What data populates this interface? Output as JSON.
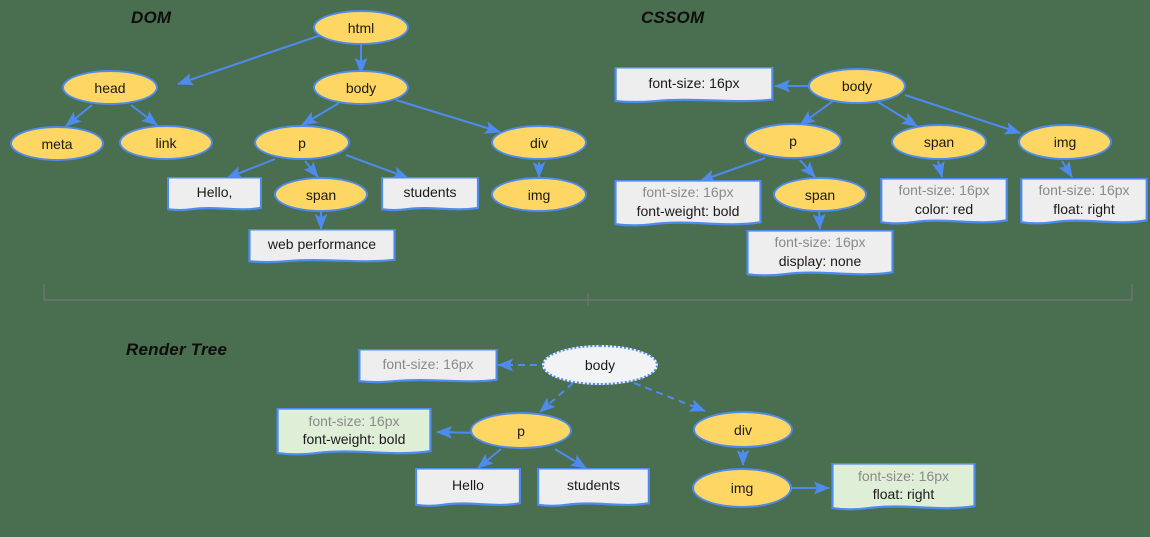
{
  "sections": {
    "dom": {
      "title": "DOM"
    },
    "cssom": {
      "title": "CSSOM"
    },
    "render": {
      "title": "Render Tree"
    }
  },
  "colors": {
    "background": "#4a6e50",
    "node_fill": "#FDD663",
    "node_stroke": "#4d8bf0",
    "box_fill": "#eeeeee",
    "box_fill_green": "#dfeed6",
    "ghost_fill": "#f2f3f4",
    "text": "#1a1a1a",
    "text_dim": "#8a8a8a",
    "divider": "#6f7470"
  },
  "dom_tree": {
    "nodes": [
      {
        "id": "html",
        "label": "html",
        "type": "element"
      },
      {
        "id": "head",
        "label": "head",
        "type": "element"
      },
      {
        "id": "body",
        "label": "body",
        "type": "element"
      },
      {
        "id": "meta",
        "label": "meta",
        "type": "element"
      },
      {
        "id": "link",
        "label": "link",
        "type": "element"
      },
      {
        "id": "p",
        "label": "p",
        "type": "element"
      },
      {
        "id": "div",
        "label": "div",
        "type": "element"
      },
      {
        "id": "span",
        "label": "span",
        "type": "element"
      },
      {
        "id": "img",
        "label": "img",
        "type": "element"
      }
    ],
    "text_nodes": [
      {
        "id": "hello",
        "label": "Hello,"
      },
      {
        "id": "students",
        "label": "students"
      },
      {
        "id": "webperf",
        "label": "web performance"
      }
    ],
    "edges": [
      [
        "html",
        "head"
      ],
      [
        "html",
        "body"
      ],
      [
        "head",
        "meta"
      ],
      [
        "head",
        "link"
      ],
      [
        "body",
        "p"
      ],
      [
        "body",
        "div"
      ],
      [
        "p",
        "hello"
      ],
      [
        "p",
        "span"
      ],
      [
        "p",
        "students"
      ],
      [
        "span",
        "webperf"
      ],
      [
        "div",
        "img"
      ]
    ]
  },
  "cssom_tree": {
    "nodes": [
      {
        "id": "c_body",
        "label": "body"
      },
      {
        "id": "c_p",
        "label": "p"
      },
      {
        "id": "c_span2",
        "label": "span"
      },
      {
        "id": "c_span",
        "label": "span"
      },
      {
        "id": "c_img",
        "label": "img"
      }
    ],
    "rules": [
      {
        "id": "r_body",
        "lines": [
          {
            "text": "font-size: 16px",
            "style": "strong"
          }
        ]
      },
      {
        "id": "r_p",
        "lines": [
          {
            "text": "font-size: 16px",
            "style": "dim"
          },
          {
            "text": "font-weight: bold",
            "style": "strong"
          }
        ]
      },
      {
        "id": "r_span2",
        "lines": [
          {
            "text": "font-size: 16px",
            "style": "dim"
          },
          {
            "text": "display: none",
            "style": "strong"
          }
        ]
      },
      {
        "id": "r_span",
        "lines": [
          {
            "text": "font-size: 16px",
            "style": "dim"
          },
          {
            "text": "color: red",
            "style": "strong"
          }
        ]
      },
      {
        "id": "r_img",
        "lines": [
          {
            "text": "font-size: 16px",
            "style": "dim"
          },
          {
            "text": "float: right",
            "style": "strong"
          }
        ]
      }
    ],
    "edges": [
      [
        "c_body",
        "r_body"
      ],
      [
        "c_body",
        "c_p"
      ],
      [
        "c_body",
        "c_span"
      ],
      [
        "c_body",
        "c_img"
      ],
      [
        "c_p",
        "r_p"
      ],
      [
        "c_p",
        "c_span2"
      ],
      [
        "c_span2",
        "r_span2"
      ],
      [
        "c_span",
        "r_span"
      ],
      [
        "c_img",
        "r_img"
      ]
    ]
  },
  "render_tree": {
    "nodes": [
      {
        "id": "t_body",
        "label": "body",
        "type": "ghost"
      },
      {
        "id": "t_p",
        "label": "p",
        "type": "element"
      },
      {
        "id": "t_div",
        "label": "div",
        "type": "element"
      },
      {
        "id": "t_img",
        "label": "img",
        "type": "element"
      }
    ],
    "text_nodes": [
      {
        "id": "t_hello",
        "label": "Hello"
      },
      {
        "id": "t_students",
        "label": "students"
      }
    ],
    "rules": [
      {
        "id": "t_r_body",
        "fill": "gray",
        "lines": [
          {
            "text": "font-size: 16px",
            "style": "dim"
          }
        ]
      },
      {
        "id": "t_r_p",
        "fill": "green",
        "lines": [
          {
            "text": "font-size: 16px",
            "style": "dim"
          },
          {
            "text": "font-weight: bold",
            "style": "strong"
          }
        ]
      },
      {
        "id": "t_r_img",
        "fill": "green",
        "lines": [
          {
            "text": "font-size: 16px",
            "style": "dim"
          },
          {
            "text": "float: right",
            "style": "strong"
          }
        ]
      }
    ],
    "edges": [
      [
        "t_body",
        "t_r_body"
      ],
      [
        "t_body",
        "t_p"
      ],
      [
        "t_body",
        "t_div"
      ],
      [
        "t_p",
        "t_r_p"
      ],
      [
        "t_p",
        "t_hello"
      ],
      [
        "t_p",
        "t_students"
      ],
      [
        "t_div",
        "t_img"
      ],
      [
        "t_img",
        "t_r_img"
      ]
    ]
  }
}
